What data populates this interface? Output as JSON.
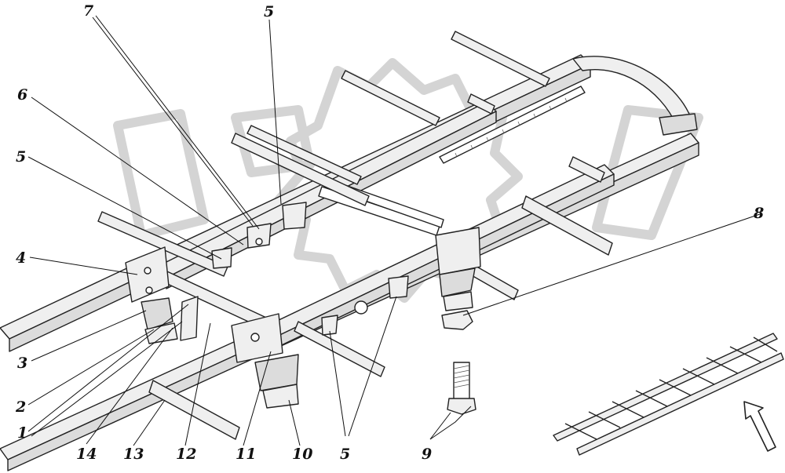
{
  "callouts": {
    "c7": "7",
    "c5_top": "5",
    "c6": "6",
    "c5_left": "5",
    "c4": "4",
    "c8": "8",
    "c3": "3",
    "c2": "2",
    "c1": "1",
    "c14": "14",
    "c13": "13",
    "c12": "12",
    "c11": "11",
    "c10": "10",
    "c5_bottom": "5",
    "c9": "9"
  },
  "colors": {
    "ink": "#222222",
    "metal_fill": "#efefef",
    "shadow_fill": "#dcdcdc",
    "watermark": "#d4d4d4"
  },
  "icons": {
    "orientation_arrow": "arrow-up-left-icon",
    "mini_frame": "frame-overview-icon"
  }
}
